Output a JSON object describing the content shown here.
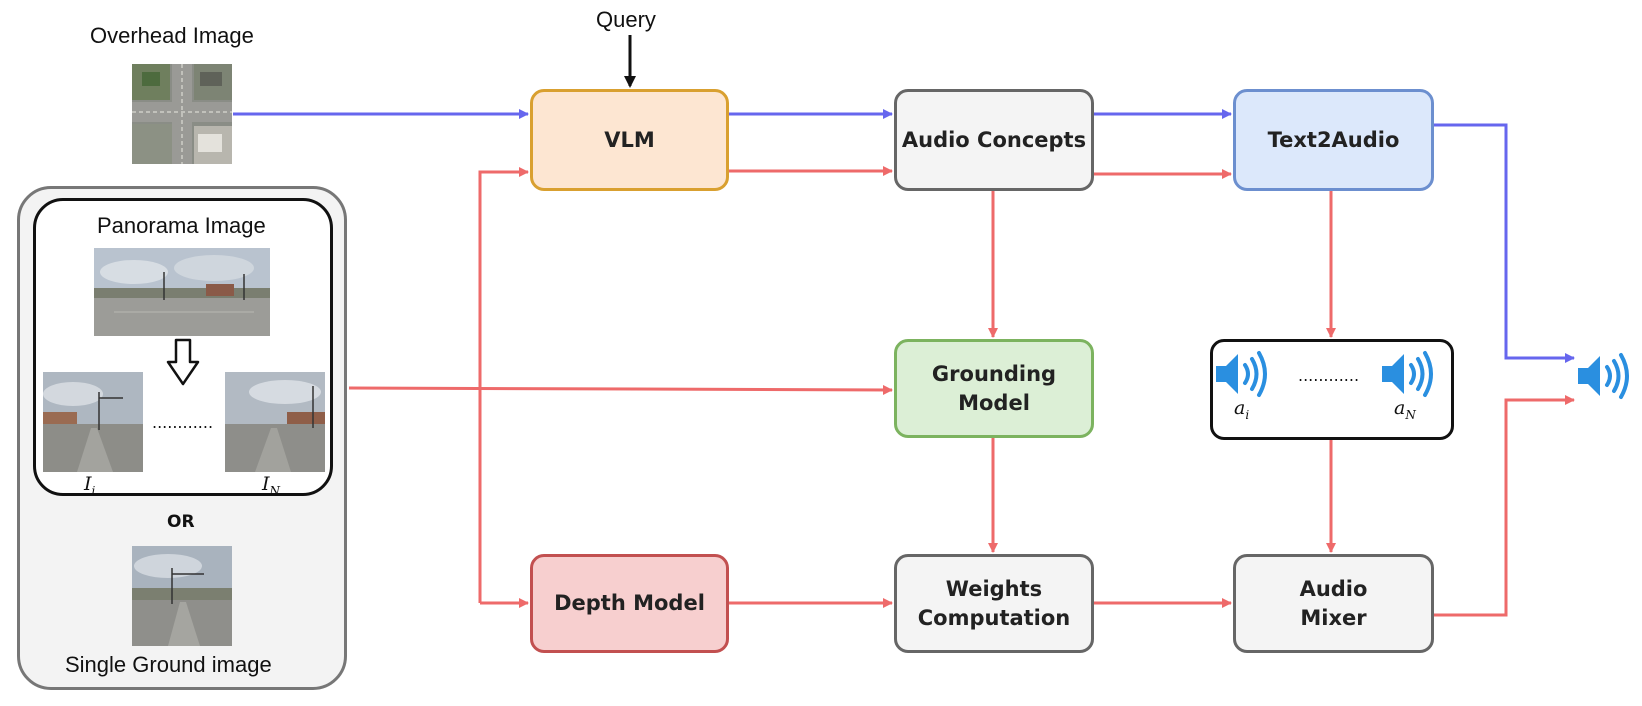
{
  "inputs": {
    "overhead_label": "Overhead Image",
    "query_label": "Query",
    "panorama_label": "Panorama Image",
    "view_first": "I",
    "view_first_sub": "i",
    "view_last": "I",
    "view_last_sub": "N",
    "views_dots": "............",
    "or_label": "OR",
    "single_ground_label": "Single Ground image"
  },
  "nodes": {
    "vlm": "VLM",
    "audio_concepts": "Audio Concepts",
    "text2audio": "Text2Audio",
    "grounding_line1": "Grounding",
    "grounding_line2": "Model",
    "depth": "Depth Model",
    "weights_line1": "Weights",
    "weights_line2": "Computation",
    "mixer_line1": "Audio",
    "mixer_line2": "Mixer"
  },
  "audio_clips": {
    "first": "a",
    "first_sub": "i",
    "last": "a",
    "last_sub": "N",
    "dots": "............"
  },
  "colors": {
    "blue_arrow": "#6666ee",
    "red_arrow": "#ee6a6a",
    "speaker": "#2a8fe0",
    "vlm_fill": "#fde6d2",
    "vlm_border": "#d9a030",
    "gray_fill": "#f4f4f4",
    "gray_border": "#666666",
    "t2a_fill": "#dce8fb",
    "t2a_border": "#6c8fcf",
    "grounding_fill": "#dcefd6",
    "grounding_border": "#7cb35f",
    "depth_fill": "#f7cfcf",
    "depth_border": "#c25050"
  },
  "icons": [
    "speaker-icon",
    "down-arrow-icon"
  ]
}
